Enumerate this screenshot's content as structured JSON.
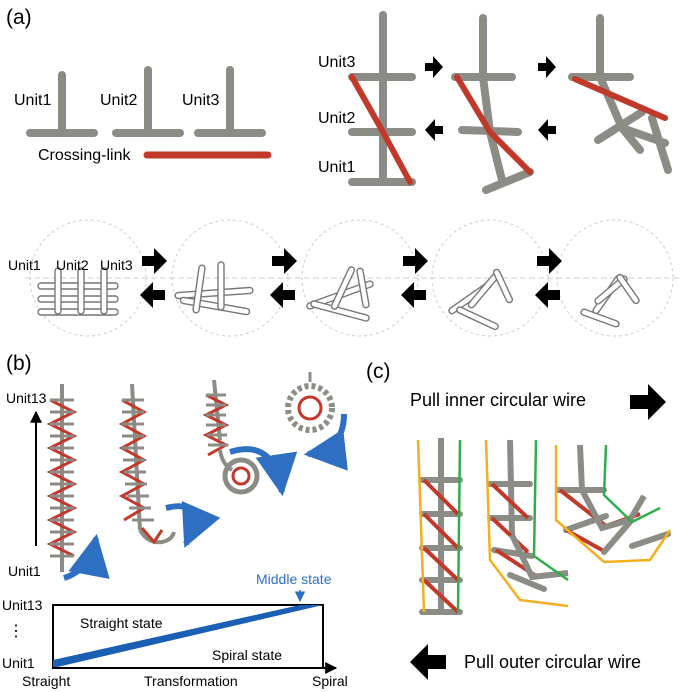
{
  "panel_a": {
    "label": "(a)",
    "units": [
      "Unit1",
      "Unit2",
      "Unit3"
    ],
    "crossing_link": "Crossing-link",
    "stack_labels": [
      "Unit3",
      "Unit2",
      "Unit1"
    ],
    "bottom_labels": [
      "Unit1",
      "Unit2",
      "Unit3"
    ]
  },
  "panel_b": {
    "label": "(b)",
    "top_unit": "Unit13",
    "bottom_unit": "Unit1",
    "middle_state": "Middle state",
    "axis_top": "Unit13",
    "axis_dots": "⋮",
    "axis_bottom": "Unit1",
    "straight_state": "Straight state",
    "spiral_state": "Spiral state",
    "x_left": "Straight",
    "x_mid": "Transformation",
    "x_right": "Spiral"
  },
  "panel_c": {
    "label": "(c)",
    "pull_inner": "Pull inner circular wire",
    "pull_outer": "Pull outer circular wire"
  },
  "colors": {
    "link_gray": "#8c8c86",
    "crossing_red": "#c0392b",
    "accent_blue": "#2f6fc2",
    "wire_yellow": "#f2b01e",
    "wire_green": "#2fae4a"
  }
}
